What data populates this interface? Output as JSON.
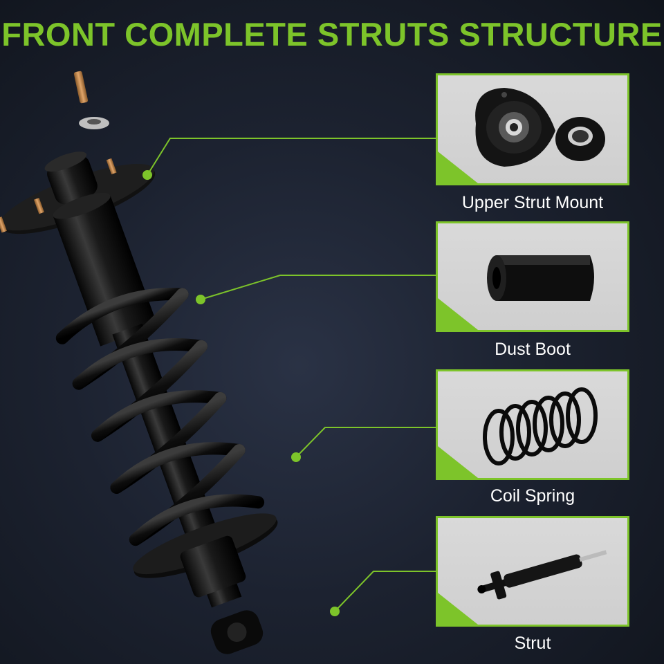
{
  "title": "FRONT COMPLETE STRUTS STRUCTURE",
  "accent_color": "#7dc42a",
  "parts": [
    {
      "label": "Upper Strut Mount",
      "icon": "upper-strut-mount-icon"
    },
    {
      "label": "Dust Boot",
      "icon": "dust-boot-icon"
    },
    {
      "label": "Coil Spring",
      "icon": "coil-spring-icon"
    },
    {
      "label": "Strut",
      "icon": "strut-icon"
    }
  ]
}
